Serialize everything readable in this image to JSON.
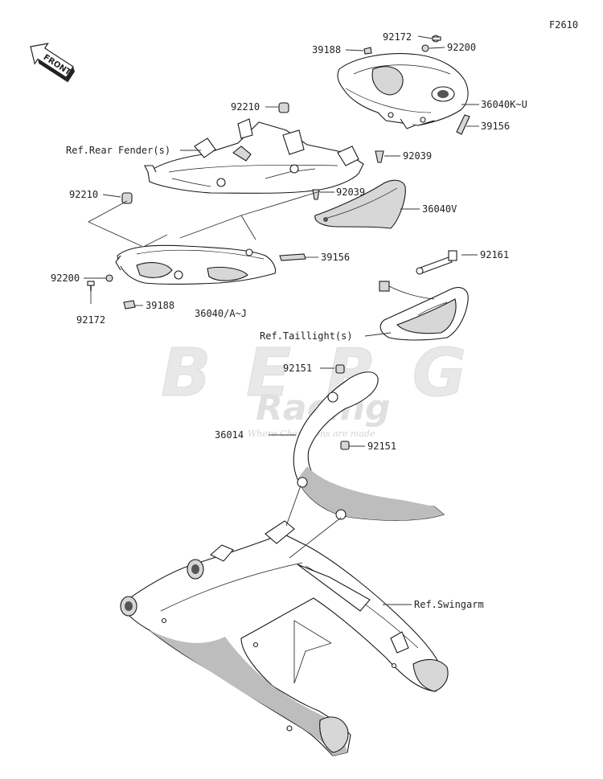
{
  "figure_code": "F2610",
  "front_label": "FRONT",
  "watermark": {
    "brand": "BERG",
    "sub": "Racing",
    "tagline": "Where Champions are made"
  },
  "callouts": {
    "c92172_top": "92172",
    "c92200_top": "92200",
    "c39188_top": "39188",
    "c92210_top": "92210",
    "c36040KU": "36040K~U",
    "c39156_top": "39156",
    "c92039_a": "92039",
    "c92039_b": "92039",
    "c36040V": "36040V",
    "ref_rear_fender": "Ref.Rear Fender(s)",
    "c92210_left": "92210",
    "c39156_mid": "39156",
    "c92200_left": "92200",
    "c39188_left": "39188",
    "c36040AJ": "36040/A~J",
    "c92172_left": "92172",
    "c92161": "92161",
    "ref_taillight": "Ref.Taillight(s)",
    "c92151_top": "92151",
    "c36014": "36014",
    "c92151_mid": "92151",
    "ref_swingarm": "Ref.Swingarm"
  }
}
